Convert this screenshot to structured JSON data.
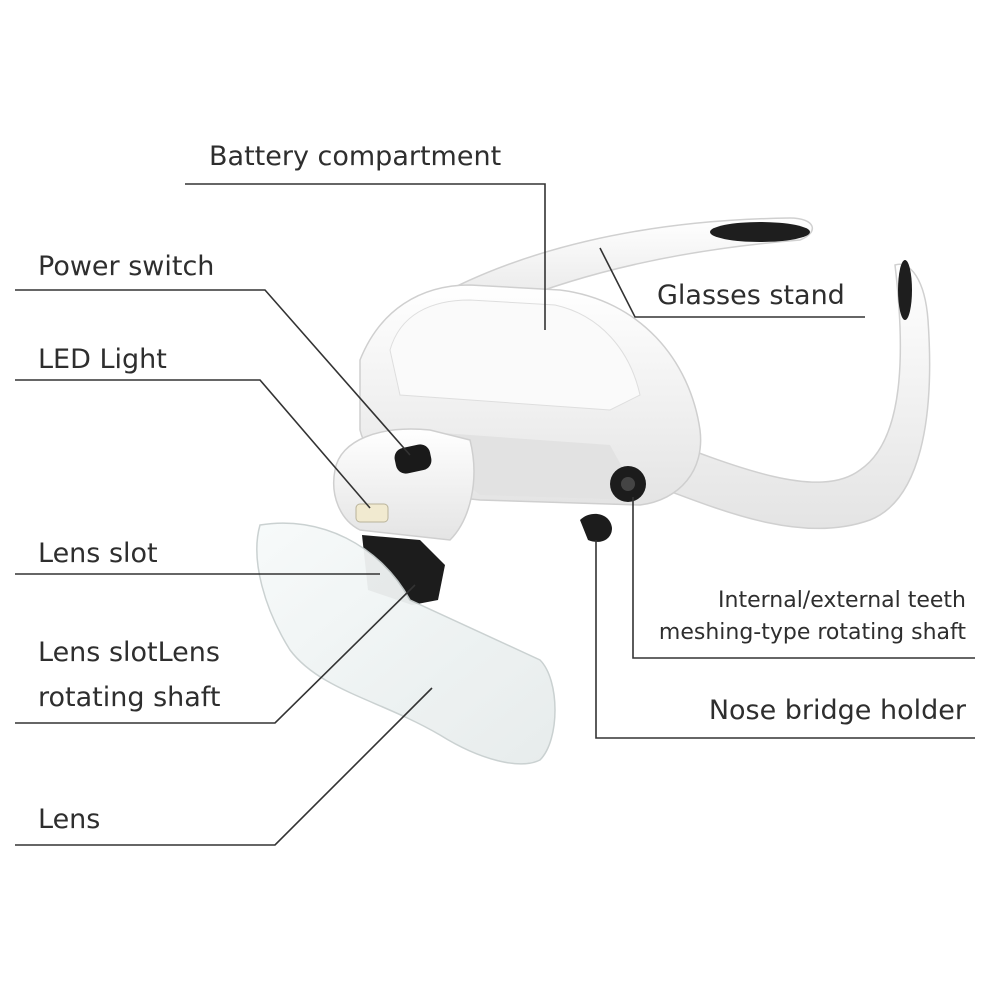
{
  "labels": {
    "battery_compartment": "Battery compartment",
    "power_switch": "Power switch",
    "led_light": "LED Light",
    "glasses_stand": "Glasses stand",
    "lens_slot": "Lens slot",
    "rotating_shaft_line1": "Lens slotLens",
    "rotating_shaft_line2": "rotating shaft",
    "lens": "Lens",
    "teeth_shaft_line1": "Internal/external teeth",
    "teeth_shaft_line2": "meshing-type rotating shaft",
    "nose_bridge_holder": "Nose bridge holder"
  },
  "colors": {
    "background": "#ffffff",
    "device_body": "#f3f3f3",
    "device_shadow": "#d6d6d6",
    "black_parts": "#1c1c1c",
    "lens_tint": "#eef2f2",
    "leader_line": "#333333",
    "text": "#2e2e2e"
  }
}
